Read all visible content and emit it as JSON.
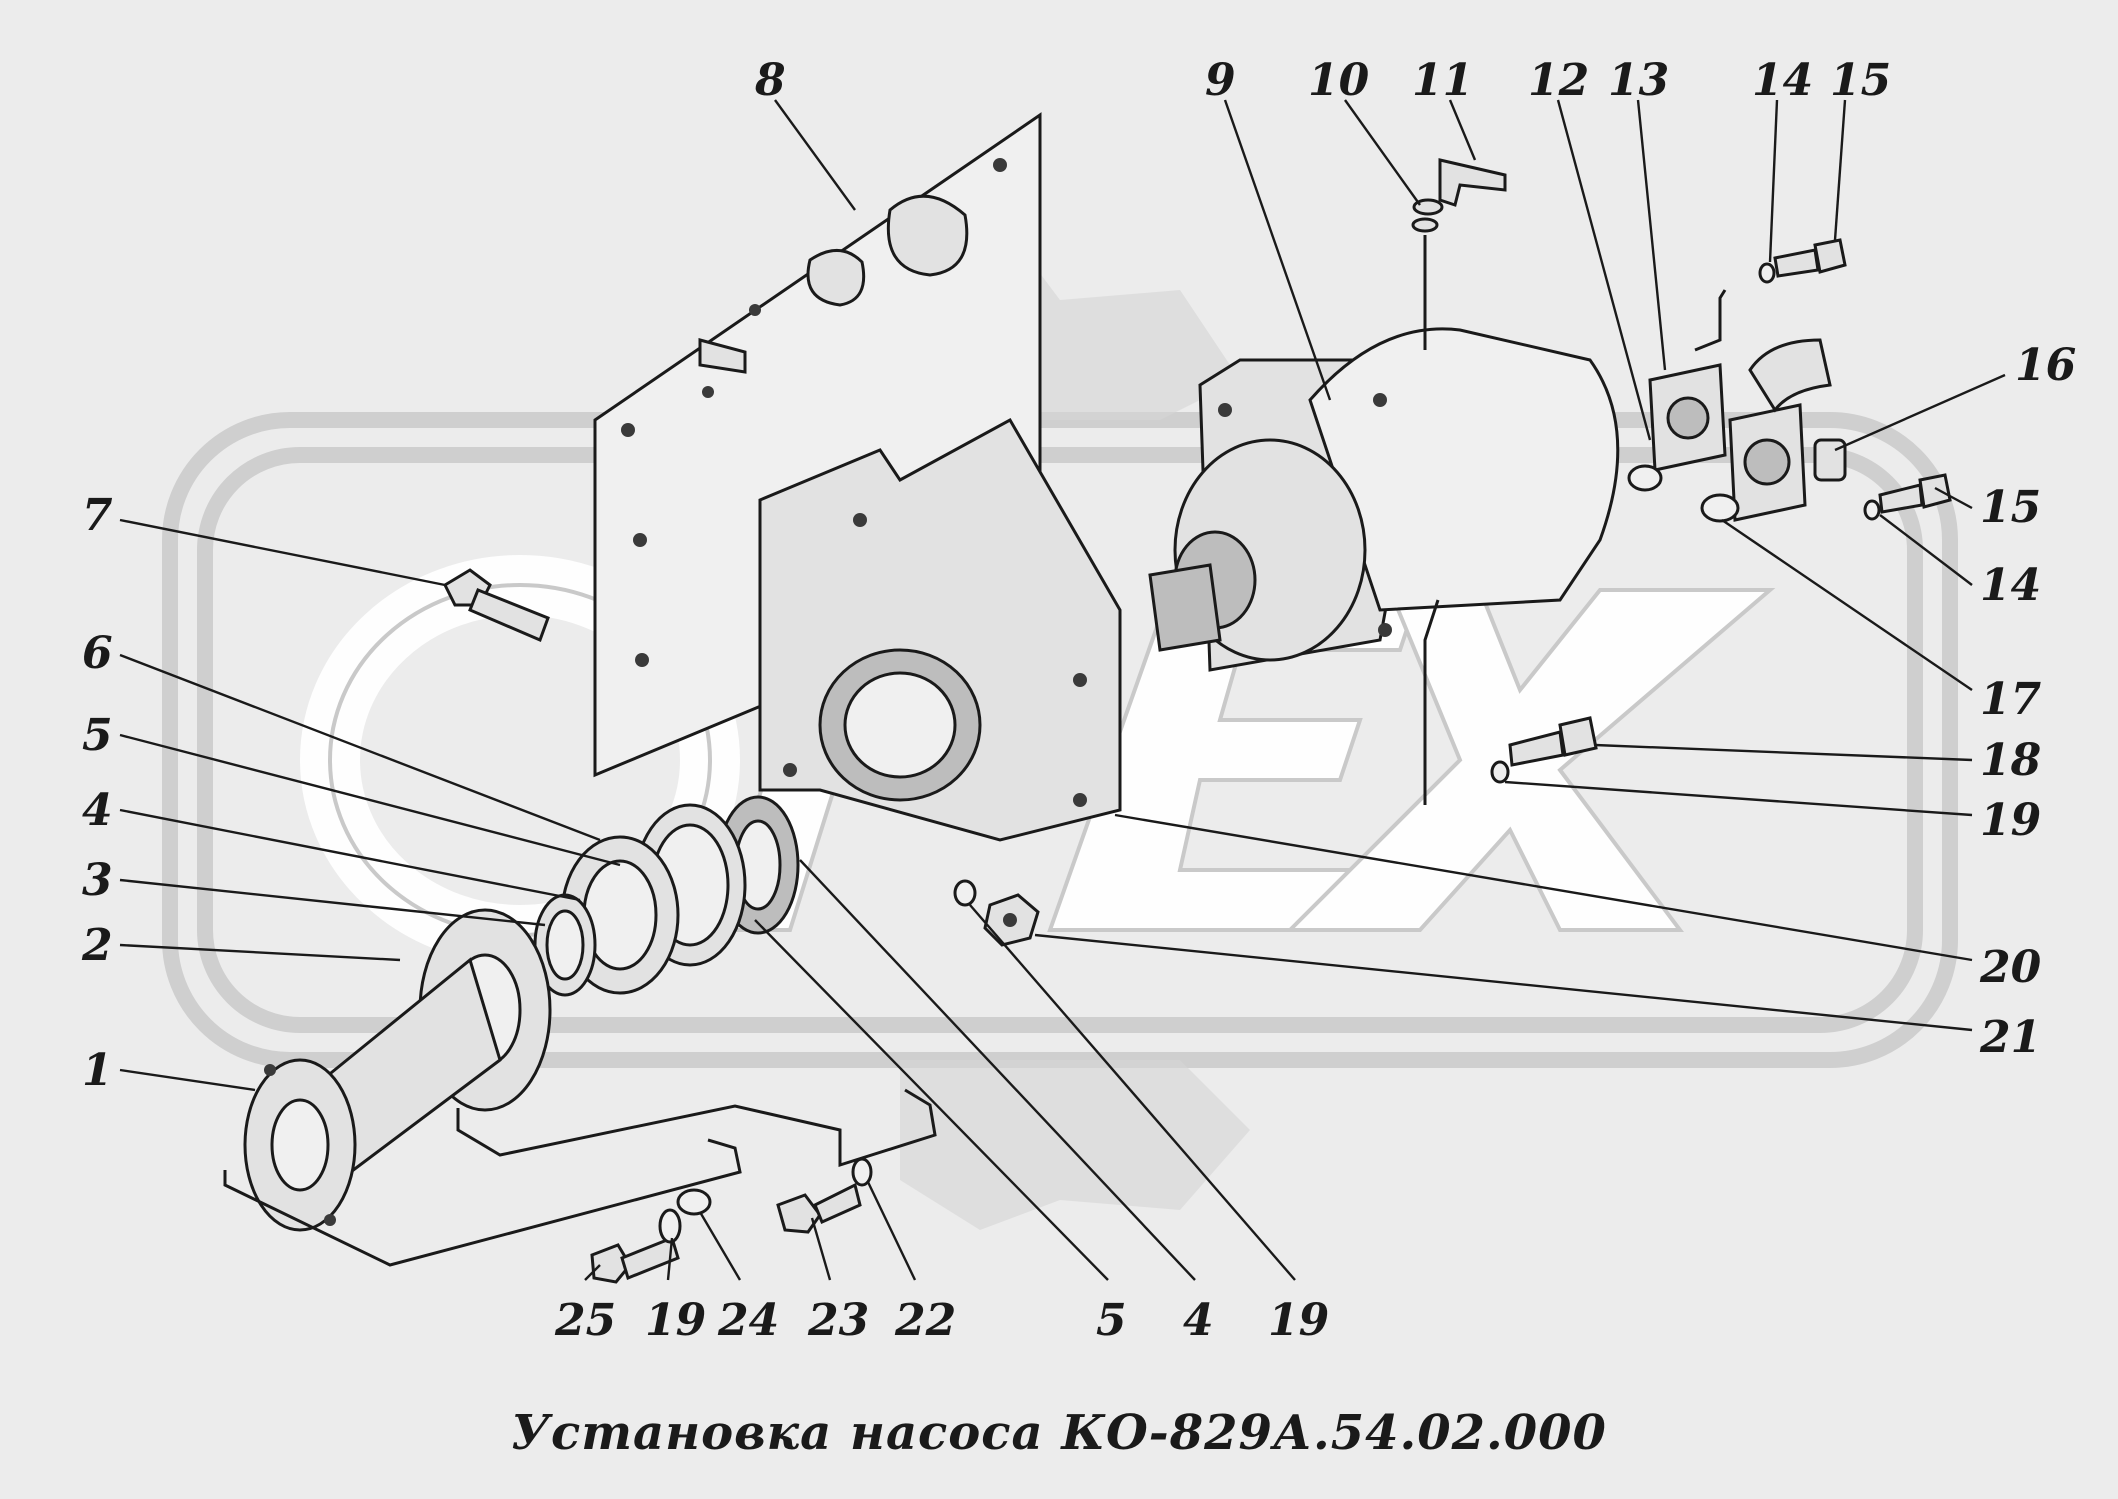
{
  "title": "Установка насоса КО-829А.54.02.000",
  "watermark": "OPEX",
  "callouts": [
    {
      "id": "c8",
      "text": "8"
    },
    {
      "id": "c9",
      "text": "9"
    },
    {
      "id": "c10",
      "text": "10"
    },
    {
      "id": "c11",
      "text": "11"
    },
    {
      "id": "c12",
      "text": "12"
    },
    {
      "id": "c13",
      "text": "13"
    },
    {
      "id": "c14a",
      "text": "14"
    },
    {
      "id": "c15a",
      "text": "15"
    },
    {
      "id": "c16",
      "text": "16"
    },
    {
      "id": "c15b",
      "text": "15"
    },
    {
      "id": "c14b",
      "text": "14"
    },
    {
      "id": "c17",
      "text": "17"
    },
    {
      "id": "c18",
      "text": "18"
    },
    {
      "id": "c19a",
      "text": "19"
    },
    {
      "id": "c20",
      "text": "20"
    },
    {
      "id": "c21",
      "text": "21"
    },
    {
      "id": "c7",
      "text": "7"
    },
    {
      "id": "c6",
      "text": "6"
    },
    {
      "id": "c5a",
      "text": "5"
    },
    {
      "id": "c4a",
      "text": "4"
    },
    {
      "id": "c3",
      "text": "3"
    },
    {
      "id": "c2",
      "text": "2"
    },
    {
      "id": "c1",
      "text": "1"
    },
    {
      "id": "c25",
      "text": "25"
    },
    {
      "id": "c19b",
      "text": "19"
    },
    {
      "id": "c24",
      "text": "24"
    },
    {
      "id": "c23",
      "text": "23"
    },
    {
      "id": "c22",
      "text": "22"
    },
    {
      "id": "c5b",
      "text": "5"
    },
    {
      "id": "c4b",
      "text": "4"
    },
    {
      "id": "c19c",
      "text": "19"
    }
  ]
}
